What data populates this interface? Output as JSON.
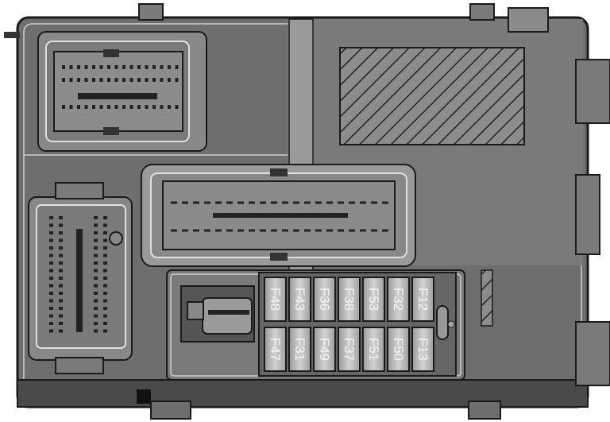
{
  "diagram": {
    "colors": {
      "housing": "#6e6e6e",
      "housing_light": "#8a8a8a",
      "outline": "#1a1a1a",
      "highlight": "#d8d8d8",
      "fuse": "#bdbdbd"
    },
    "fuses": {
      "top_row": [
        "F48",
        "F43",
        "F36",
        "F38",
        "F53",
        "F32",
        "F12"
      ],
      "bottom_row": [
        "F47",
        "F31",
        "F49",
        "F37",
        "F51",
        "F50",
        "F13"
      ]
    }
  }
}
